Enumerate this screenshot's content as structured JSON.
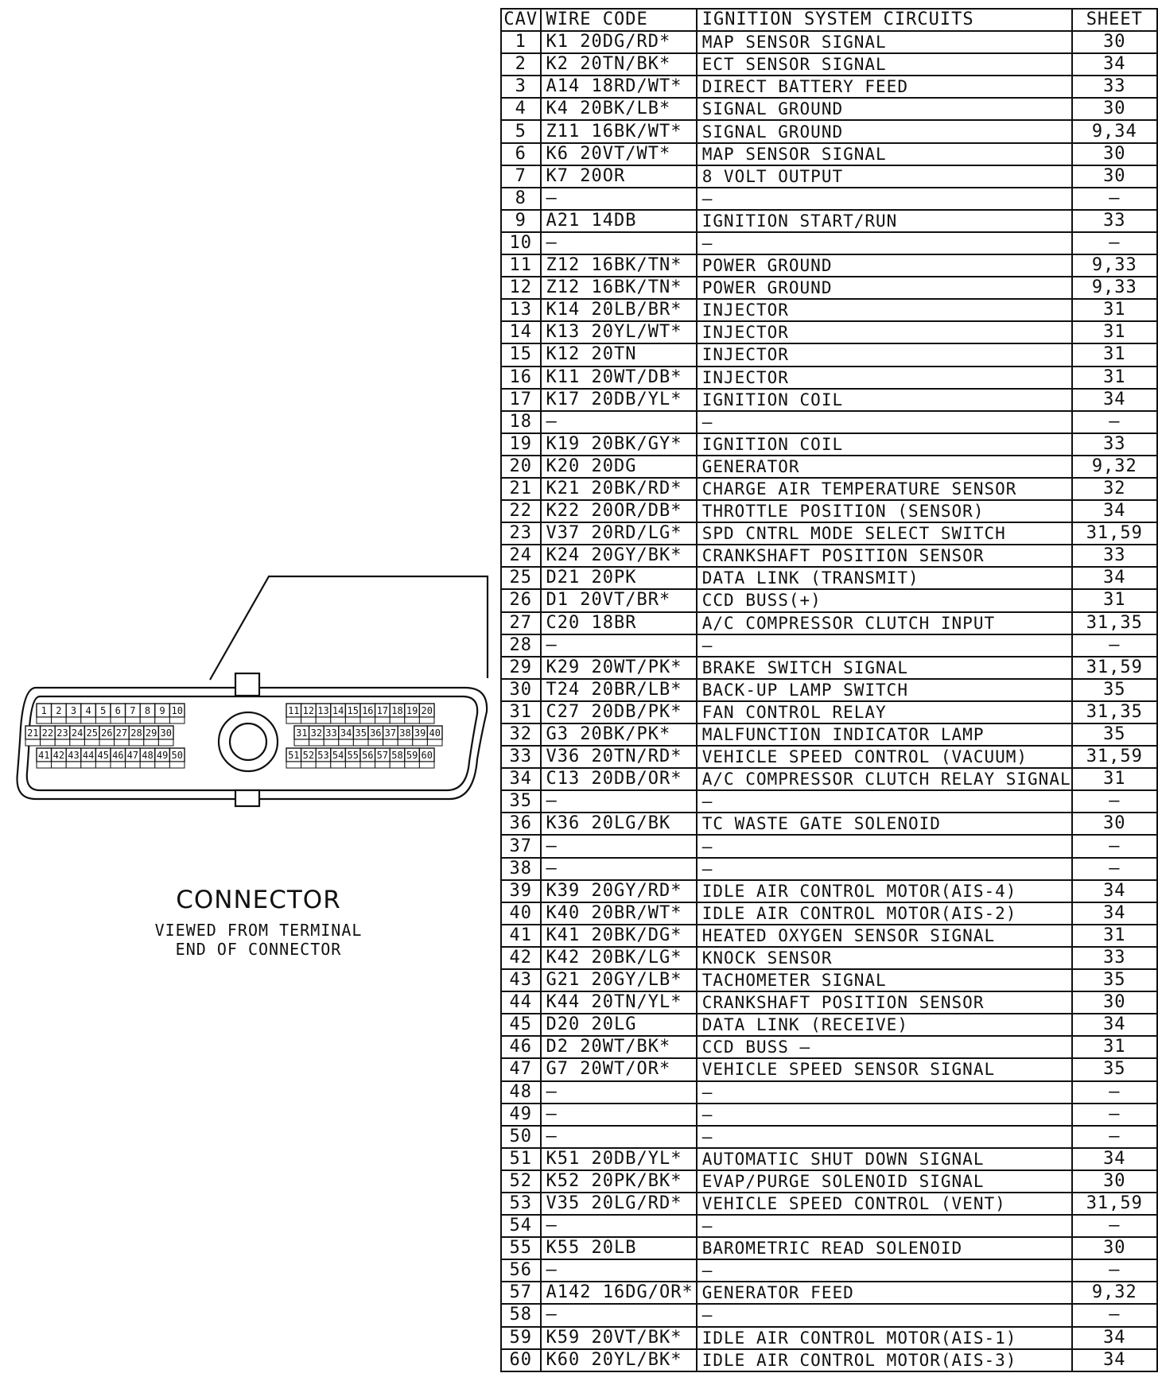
{
  "table": {
    "headers": {
      "cav": "CAV",
      "wire_code": "WIRE CODE",
      "circuits": "IGNITION SYSTEM CIRCUITS",
      "sheet": "SHEET"
    },
    "rows": [
      {
        "cav": "1",
        "wire": "K1 20DG/RD*",
        "circuit": "MAP SENSOR SIGNAL",
        "sheet": "30"
      },
      {
        "cav": "2",
        "wire": "K2 20TN/BK*",
        "circuit": "ECT SENSOR SIGNAL",
        "sheet": "34"
      },
      {
        "cav": "3",
        "wire": "A14 18RD/WT*",
        "circuit": "DIRECT BATTERY FEED",
        "sheet": "33"
      },
      {
        "cav": "4",
        "wire": "K4 20BK/LB*",
        "circuit": "SIGNAL GROUND",
        "sheet": "30"
      },
      {
        "cav": "5",
        "wire": "Z11 16BK/WT*",
        "circuit": "SIGNAL GROUND",
        "sheet": "9,34"
      },
      {
        "cav": "6",
        "wire": "K6 20VT/WT*",
        "circuit": "MAP SENSOR SIGNAL",
        "sheet": "30"
      },
      {
        "cav": "7",
        "wire": "K7 20OR",
        "circuit": "8 VOLT OUTPUT",
        "sheet": "30"
      },
      {
        "cav": "8",
        "wire": "—",
        "circuit": "—",
        "sheet": "—"
      },
      {
        "cav": "9",
        "wire": "A21 14DB",
        "circuit": "IGNITION START/RUN",
        "sheet": "33"
      },
      {
        "cav": "10",
        "wire": "—",
        "circuit": "—",
        "sheet": "—"
      },
      {
        "cav": "11",
        "wire": "Z12 16BK/TN*",
        "circuit": "POWER GROUND",
        "sheet": "9,33"
      },
      {
        "cav": "12",
        "wire": "Z12 16BK/TN*",
        "circuit": "POWER GROUND",
        "sheet": "9,33"
      },
      {
        "cav": "13",
        "wire": "K14 20LB/BR*",
        "circuit": "INJECTOR",
        "sheet": "31"
      },
      {
        "cav": "14",
        "wire": "K13 20YL/WT*",
        "circuit": "INJECTOR",
        "sheet": "31"
      },
      {
        "cav": "15",
        "wire": "K12 20TN",
        "circuit": "INJECTOR",
        "sheet": "31"
      },
      {
        "cav": "16",
        "wire": "K11 20WT/DB*",
        "circuit": "INJECTOR",
        "sheet": "31"
      },
      {
        "cav": "17",
        "wire": "K17 20DB/YL*",
        "circuit": "IGNITION COIL",
        "sheet": "34"
      },
      {
        "cav": "18",
        "wire": "—",
        "circuit": "—",
        "sheet": "—"
      },
      {
        "cav": "19",
        "wire": "K19 20BK/GY*",
        "circuit": "IGNITION COIL",
        "sheet": "33"
      },
      {
        "cav": "20",
        "wire": "K20 20DG",
        "circuit": "GENERATOR",
        "sheet": "9,32"
      },
      {
        "cav": "21",
        "wire": "K21 20BK/RD*",
        "circuit": "CHARGE AIR TEMPERATURE SENSOR",
        "sheet": "32"
      },
      {
        "cav": "22",
        "wire": "K22 20OR/DB*",
        "circuit": "THROTTLE POSITION (SENSOR)",
        "sheet": "34"
      },
      {
        "cav": "23",
        "wire": "V37 20RD/LG*",
        "circuit": "SPD CNTRL MODE SELECT SWITCH",
        "sheet": "31,59"
      },
      {
        "cav": "24",
        "wire": "K24 20GY/BK*",
        "circuit": "CRANKSHAFT POSITION SENSOR",
        "sheet": "33"
      },
      {
        "cav": "25",
        "wire": "D21 20PK",
        "circuit": "DATA LINK (TRANSMIT)",
        "sheet": "34"
      },
      {
        "cav": "26",
        "wire": "D1 20VT/BR*",
        "circuit": "CCD BUSS(+)",
        "sheet": "31"
      },
      {
        "cav": "27",
        "wire": "C20 18BR",
        "circuit": "A/C COMPRESSOR CLUTCH INPUT",
        "sheet": "31,35"
      },
      {
        "cav": "28",
        "wire": "—",
        "circuit": "—",
        "sheet": "—"
      },
      {
        "cav": "29",
        "wire": "K29 20WT/PK*",
        "circuit": "BRAKE SWITCH SIGNAL",
        "sheet": "31,59"
      },
      {
        "cav": "30",
        "wire": "T24 20BR/LB*",
        "circuit": "BACK-UP LAMP SWITCH",
        "sheet": "35"
      },
      {
        "cav": "31",
        "wire": "C27 20DB/PK*",
        "circuit": "FAN CONTROL RELAY",
        "sheet": "31,35"
      },
      {
        "cav": "32",
        "wire": "G3 20BK/PK*",
        "circuit": "MALFUNCTION INDICATOR LAMP",
        "sheet": "35"
      },
      {
        "cav": "33",
        "wire": "V36 20TN/RD*",
        "circuit": "VEHICLE SPEED CONTROL (VACUUM)",
        "sheet": "31,59"
      },
      {
        "cav": "34",
        "wire": "C13 20DB/OR*",
        "circuit": "A/C COMPRESSOR CLUTCH RELAY SIGNAL",
        "sheet": "31"
      },
      {
        "cav": "35",
        "wire": "—",
        "circuit": "—",
        "sheet": "—"
      },
      {
        "cav": "36",
        "wire": "K36 20LG/BK",
        "circuit": "TC WASTE GATE SOLENOID",
        "sheet": "30"
      },
      {
        "cav": "37",
        "wire": "—",
        "circuit": "—",
        "sheet": "—"
      },
      {
        "cav": "38",
        "wire": "—",
        "circuit": "—",
        "sheet": "—"
      },
      {
        "cav": "39",
        "wire": "K39 20GY/RD*",
        "circuit": "IDLE AIR CONTROL MOTOR(AIS-4)",
        "sheet": "34"
      },
      {
        "cav": "40",
        "wire": "K40 20BR/WT*",
        "circuit": "IDLE AIR CONTROL MOTOR(AIS-2)",
        "sheet": "34"
      },
      {
        "cav": "41",
        "wire": "K41 20BK/DG*",
        "circuit": "HEATED OXYGEN SENSOR SIGNAL",
        "sheet": "31"
      },
      {
        "cav": "42",
        "wire": "K42 20BK/LG*",
        "circuit": "KNOCK SENSOR",
        "sheet": "33"
      },
      {
        "cav": "43",
        "wire": "G21 20GY/LB*",
        "circuit": "TACHOMETER SIGNAL",
        "sheet": "35"
      },
      {
        "cav": "44",
        "wire": "K44 20TN/YL*",
        "circuit": "CRANKSHAFT POSITION SENSOR",
        "sheet": "30"
      },
      {
        "cav": "45",
        "wire": "D20 20LG",
        "circuit": "DATA LINK (RECEIVE)",
        "sheet": "34"
      },
      {
        "cav": "46",
        "wire": "D2 20WT/BK*",
        "circuit": "CCD BUSS —",
        "sheet": "31"
      },
      {
        "cav": "47",
        "wire": "G7 20WT/OR*",
        "circuit": "VEHICLE SPEED SENSOR SIGNAL",
        "sheet": "35"
      },
      {
        "cav": "48",
        "wire": "—",
        "circuit": "—",
        "sheet": "—"
      },
      {
        "cav": "49",
        "wire": "—",
        "circuit": "—",
        "sheet": "—"
      },
      {
        "cav": "50",
        "wire": "—",
        "circuit": "—",
        "sheet": "—"
      },
      {
        "cav": "51",
        "wire": "K51 20DB/YL*",
        "circuit": "AUTOMATIC SHUT DOWN SIGNAL",
        "sheet": "34"
      },
      {
        "cav": "52",
        "wire": "K52 20PK/BK*",
        "circuit": "EVAP/PURGE SOLENOID SIGNAL",
        "sheet": "30"
      },
      {
        "cav": "53",
        "wire": "V35 20LG/RD*",
        "circuit": "VEHICLE SPEED CONTROL (VENT)",
        "sheet": "31,59"
      },
      {
        "cav": "54",
        "wire": "—",
        "circuit": "—",
        "sheet": "—"
      },
      {
        "cav": "55",
        "wire": "K55 20LB",
        "circuit": "BAROMETRIC READ SOLENOID",
        "sheet": "30"
      },
      {
        "cav": "56",
        "wire": "—",
        "circuit": "—",
        "sheet": "—"
      },
      {
        "cav": "57",
        "wire": "A142 16DG/OR*",
        "circuit": "GENERATOR FEED",
        "sheet": "9,32"
      },
      {
        "cav": "58",
        "wire": "—",
        "circuit": "—",
        "sheet": "—"
      },
      {
        "cav": "59",
        "wire": "K59 20VT/BK*",
        "circuit": "IDLE AIR CONTROL MOTOR(AIS-1)",
        "sheet": "34"
      },
      {
        "cav": "60",
        "wire": "K60 20YL/BK*",
        "circuit": "IDLE AIR CONTROL MOTOR(AIS-3)",
        "sheet": "34"
      }
    ]
  },
  "connector": {
    "title": "CONNECTOR",
    "subtitle_line1": "VIEWED FROM TERMINAL",
    "subtitle_line2": "END OF CONNECTOR",
    "left_block_rows": [
      [
        "1",
        "2",
        "3",
        "4",
        "5",
        "6",
        "7",
        "8",
        "9",
        "10"
      ],
      [
        "21",
        "22",
        "23",
        "24",
        "25",
        "26",
        "27",
        "28",
        "29",
        "30"
      ],
      [
        "41",
        "42",
        "43",
        "44",
        "45",
        "46",
        "47",
        "48",
        "49",
        "50"
      ]
    ],
    "right_block_rows": [
      [
        "11",
        "12",
        "13",
        "14",
        "15",
        "16",
        "17",
        "18",
        "19",
        "20"
      ],
      [
        "31",
        "32",
        "33",
        "34",
        "35",
        "36",
        "37",
        "38",
        "39",
        "40"
      ],
      [
        "51",
        "52",
        "53",
        "54",
        "55",
        "56",
        "57",
        "58",
        "59",
        "60"
      ]
    ]
  }
}
